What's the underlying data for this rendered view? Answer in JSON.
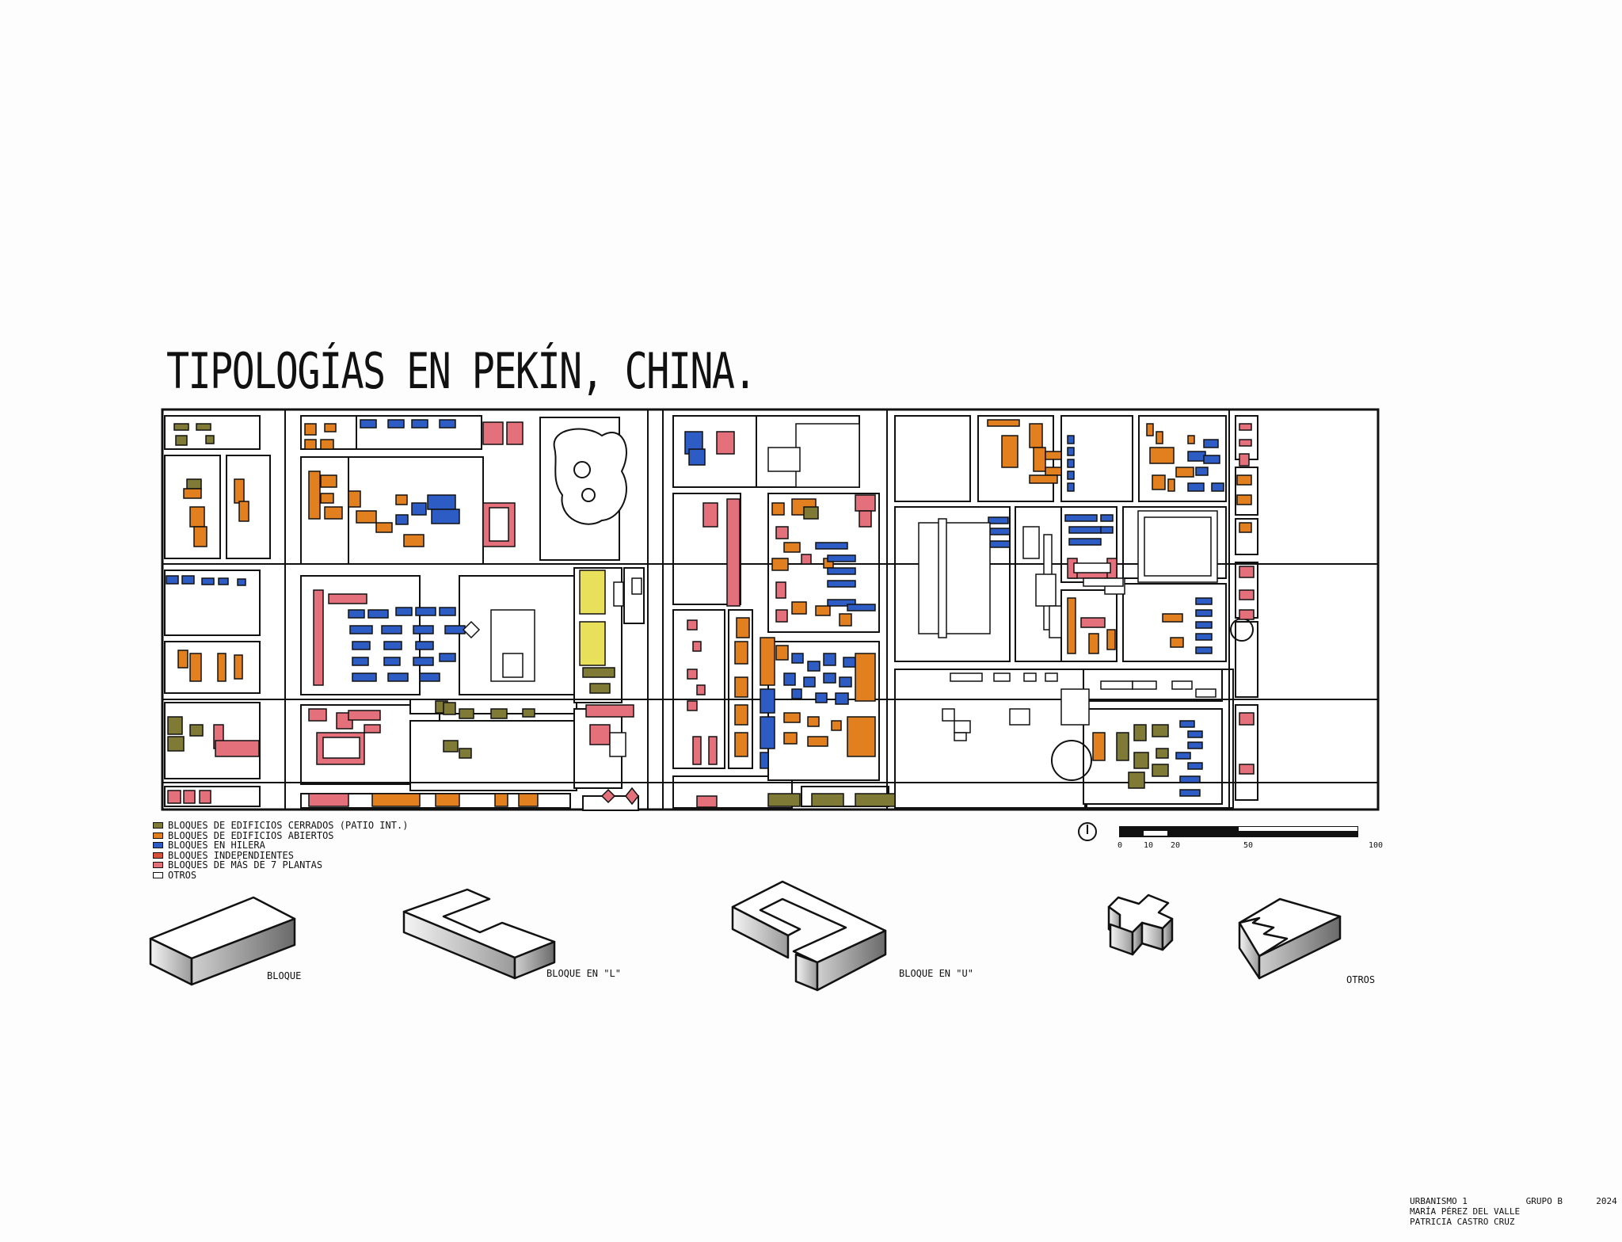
{
  "title": "TIPOLOGÍAS EN PEKÍN, CHINA.",
  "legend": [
    {
      "label": "BLOQUES DE EDIFICIOS CERRADOS (PATIO INT.)",
      "color": "#7f7a35"
    },
    {
      "label": "BLOQUES DE EDIFICIOS ABIERTOS",
      "color": "#e27f1e"
    },
    {
      "label": "BLOQUES EN HILERA",
      "color": "#2d5cc4"
    },
    {
      "label": "BLOQUES INDEPENDIENTES",
      "color": "#d8503a"
    },
    {
      "label": "BLOQUES DE MÁS DE 7 PLANTAS",
      "color": "#e3707a"
    },
    {
      "label": "OTROS",
      "color": "#ffffff"
    }
  ],
  "colors": {
    "closed": "#7f7a35",
    "open": "#e27f1e",
    "row": "#2d5cc4",
    "tall": "#e3707a",
    "yellow": "#e8e05a",
    "line": "#111111"
  },
  "north_icon": "north-arrow-icon",
  "scale": {
    "ticks": [
      "0",
      "10",
      "20",
      "50",
      "100"
    ]
  },
  "typologies": [
    {
      "label": "BLOQUE",
      "icon": "block-icon"
    },
    {
      "label": "BLOQUE EN \"L\"",
      "icon": "l-block-icon"
    },
    {
      "label": "BLOQUE EN \"U\"",
      "icon": "u-block-icon"
    },
    {
      "label": "OTROS",
      "icon": "other-blocks-icon"
    }
  ],
  "credits": {
    "course": "URBANISMO 1",
    "group": "GRUPO B",
    "year": "2024",
    "author1": "MARÍA PÉREZ DEL VALLE",
    "author2": "PATRICIA CASTRO CRUZ"
  }
}
